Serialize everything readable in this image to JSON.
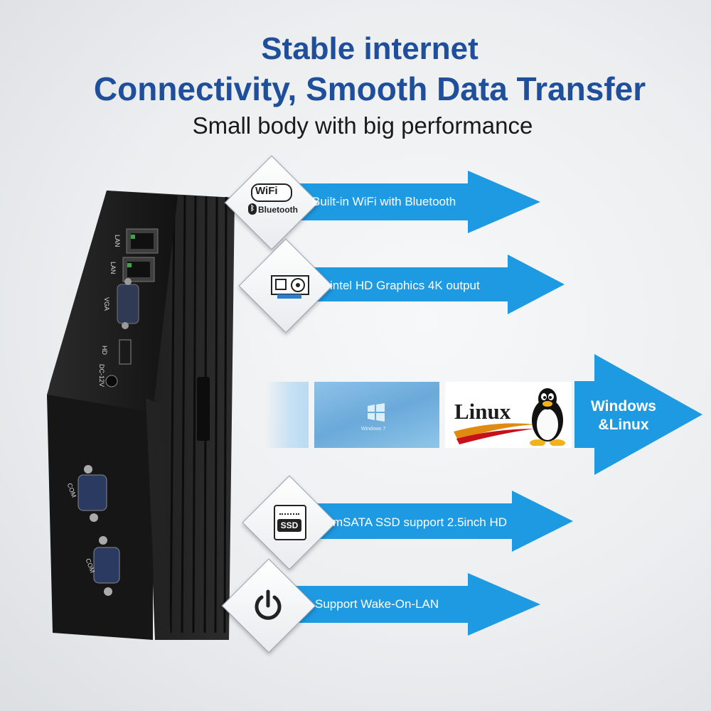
{
  "header": {
    "line1": "Stable internet",
    "line2": "Connectivity, Smooth Data Transfer",
    "subtitle": "Small body with big performance"
  },
  "features": [
    {
      "icon": "wifi-bluetooth-icon",
      "label": "Built-in WiFi with Bluetooth",
      "icon_text_wifi": "WiFi",
      "icon_text_bt": "Bluetooth"
    },
    {
      "icon": "graphics-card-icon",
      "label": "intel HD Graphics 4K output"
    },
    {
      "icon": "ssd-icon",
      "label": "mSATA SSD support 2.5inch HD",
      "icon_text": "SSD"
    },
    {
      "icon": "power-icon",
      "label": "Support Wake-On-LAN"
    }
  ],
  "os": {
    "label_line1": "Windows",
    "label_line2": "&Linux",
    "windows_caption": "Windows 7",
    "linux_logo_text": "Linux"
  },
  "device": {
    "ports": [
      "LAN",
      "LAN",
      "VGA",
      "HD",
      "DC-12V"
    ],
    "com_ports": [
      "COM",
      "COM"
    ]
  },
  "colors": {
    "headline": "#1f4f9b",
    "arrow": "#1e9ae3",
    "device": "#1a1a1a"
  }
}
